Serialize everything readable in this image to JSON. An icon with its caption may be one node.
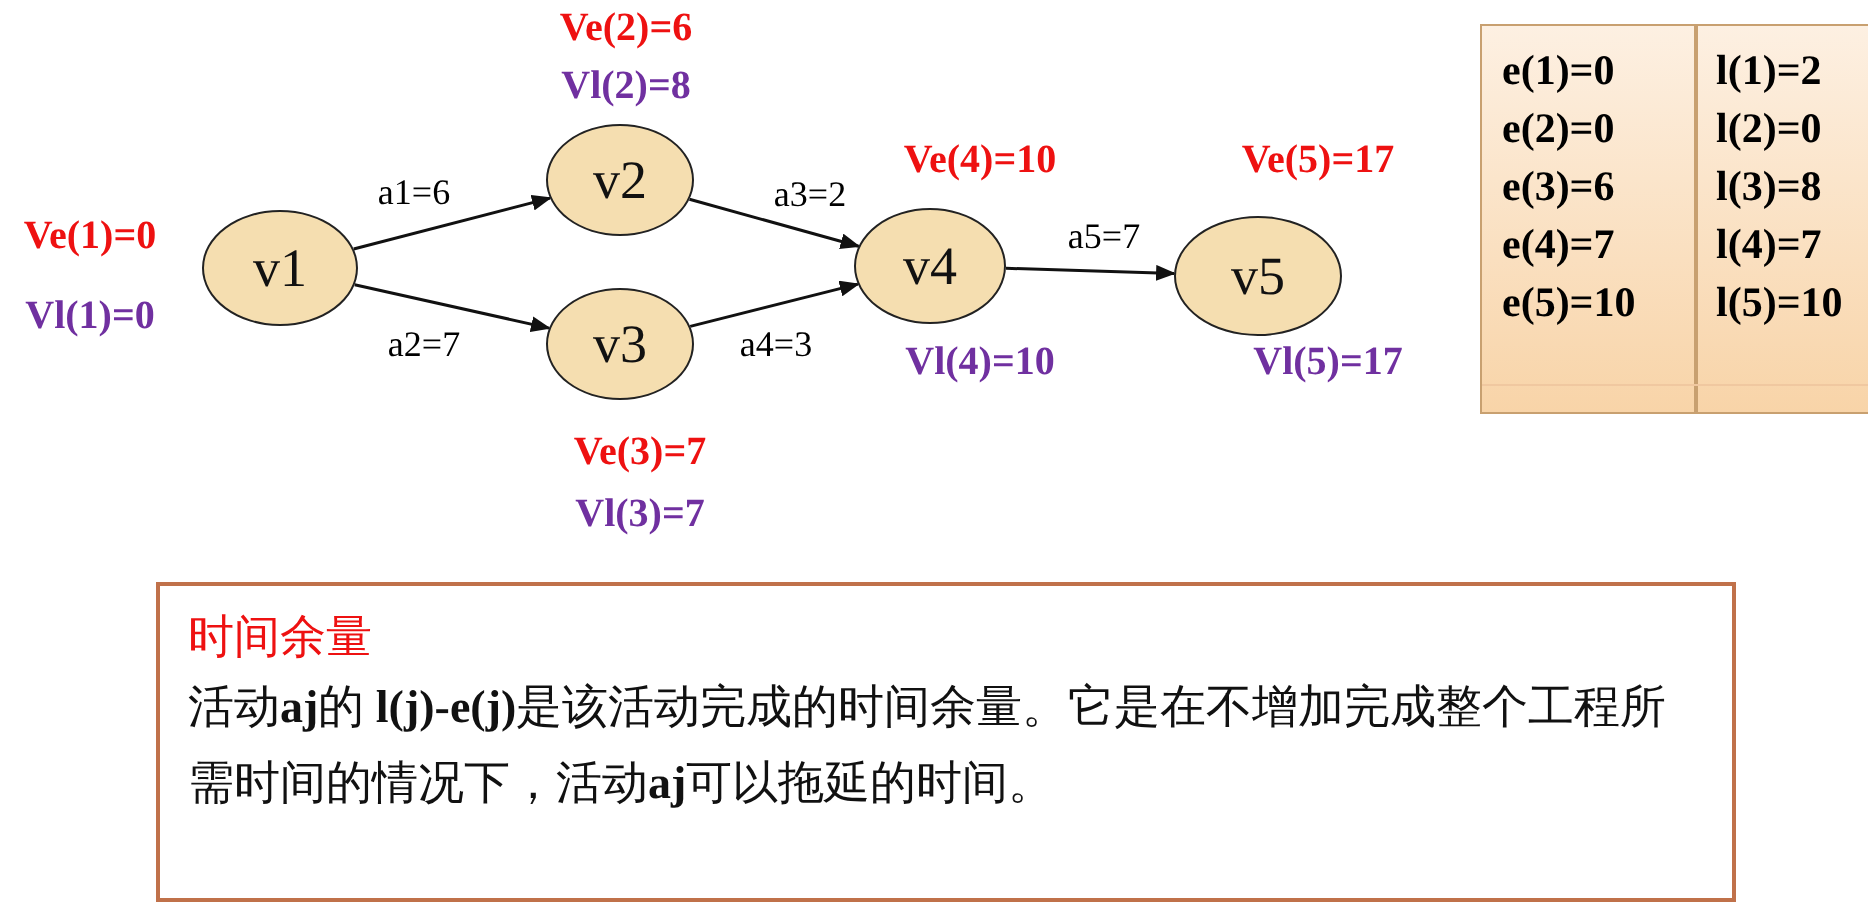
{
  "diagram": {
    "nodes": [
      {
        "text": [
          "v1"
        ],
        "beside": [
          "Ve(1)=0",
          "Vl(1)=0"
        ]
      },
      {
        "text": [
          "v2"
        ],
        "beside": [
          "Ve(2)=6",
          "Vl(2)=8"
        ]
      },
      {
        "text": [
          "v3"
        ],
        "beside": [
          "Ve(3)=7",
          "Vl(3)=7"
        ]
      },
      {
        "text": [
          "v4"
        ],
        "beside": [
          "Ve(4)=10",
          "Vl(4)=10"
        ]
      },
      {
        "text": [
          "v5"
        ],
        "beside": [
          "Ve(5)=17",
          "Vl(5)=17"
        ]
      },
      {
        "text": [
          "时间余量",
          "活动**aj**的 **l(j)-e(j)**是该活动完成的时间余量。它是在不增加完成整个工程所需时间的情况下，活动**aj**可以拖延的时间。"
        ]
      }
    ],
    "edges": [
      {
        "from": 0,
        "to": 1,
        "arrow": "to",
        "label": "a1=6"
      },
      {
        "from": 0,
        "to": 2,
        "arrow": "to",
        "label": "a2=7"
      },
      {
        "from": 1,
        "to": 3,
        "arrow": "to",
        "label": "a3=2"
      },
      {
        "from": 2,
        "to": 3,
        "arrow": "to",
        "label": "a4=3"
      },
      {
        "from": 3,
        "to": 4,
        "arrow": "to",
        "label": "a5=7"
      }
    ],
    "labels": [
      "e(1)=0",
      "l(1)=2",
      "e(2)=0",
      "l(2)=0",
      "e(3)=6",
      "l(3)=8",
      "e(4)=7",
      "l(4)=7",
      "e(5)=10",
      "l(5)=10"
    ]
  }
}
